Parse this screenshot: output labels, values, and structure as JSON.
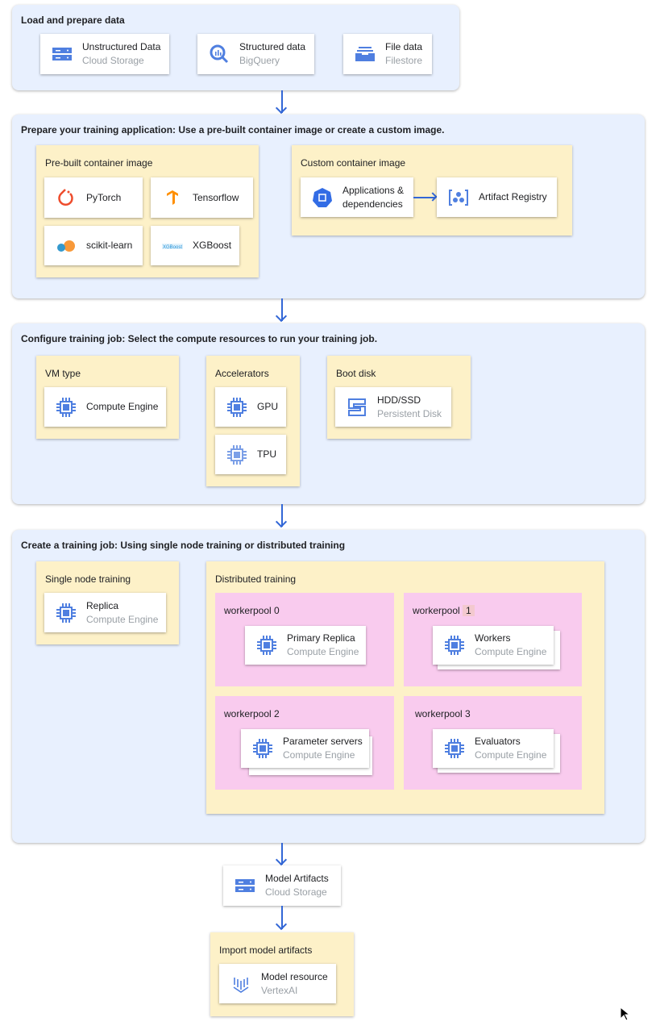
{
  "colors": {
    "section_bg": "#e8f0fe",
    "group_bg": "#fdf1c8",
    "pool_bg": "#f9cbee",
    "arrow": "#3367d6",
    "icon_blue": "#4f7fe0"
  },
  "s1": {
    "title": "Load and prepare data",
    "cards": [
      {
        "title": "Unstructured Data",
        "sub": "Cloud Storage",
        "icon": "cloud-storage-icon"
      },
      {
        "title": "Structured data",
        "sub": "BigQuery",
        "icon": "bigquery-icon"
      },
      {
        "title": "File data",
        "sub": "Filestore",
        "icon": "filestore-icon"
      }
    ]
  },
  "s2": {
    "title": "Prepare your training application: Use a pre-built container image or create a custom image.",
    "prebuilt": {
      "title": "Pre-built container image",
      "cards": [
        {
          "title": "PyTorch"
        },
        {
          "title": "Tensorflow"
        },
        {
          "title": "scikit-learn"
        },
        {
          "title": "XGBoost"
        }
      ]
    },
    "custom": {
      "title": "Custom container image",
      "cards": [
        {
          "title": "Applications & dependencies"
        },
        {
          "title": "Artifact Registry"
        }
      ]
    }
  },
  "s3": {
    "title": "Configure training job: Select the compute resources to run your training job.",
    "vm": {
      "title": "VM type",
      "card": "Compute Engine"
    },
    "acc": {
      "title": "Accelerators",
      "gpu": "GPU",
      "tpu": "TPU"
    },
    "boot": {
      "title": "Boot disk",
      "card": "HDD/SSD",
      "sub": "Persistent Disk"
    }
  },
  "s4": {
    "title": "Create a training job: Using single node training or distributed training",
    "single": {
      "title": "Single node training",
      "card": "Replica",
      "sub": "Compute Engine"
    },
    "dist": {
      "title": "Distributed training",
      "pools": [
        {
          "title": "workerpool 0",
          "card": "Primary Replica",
          "sub": "Compute Engine"
        },
        {
          "title": "workerpool",
          "num": "1",
          "card": "Workers",
          "sub": "Compute Engine"
        },
        {
          "title": "workerpool 2",
          "card": "Parameter servers",
          "sub": "Compute Engine"
        },
        {
          "title": "workerpool 3",
          "card": "Evaluators",
          "sub": "Compute Engine"
        }
      ]
    }
  },
  "artifacts": {
    "title": "Model Artifacts",
    "sub": "Cloud Storage"
  },
  "import": {
    "title": "Import model artifacts",
    "card": "Model resource",
    "sub": "VertexAI"
  }
}
